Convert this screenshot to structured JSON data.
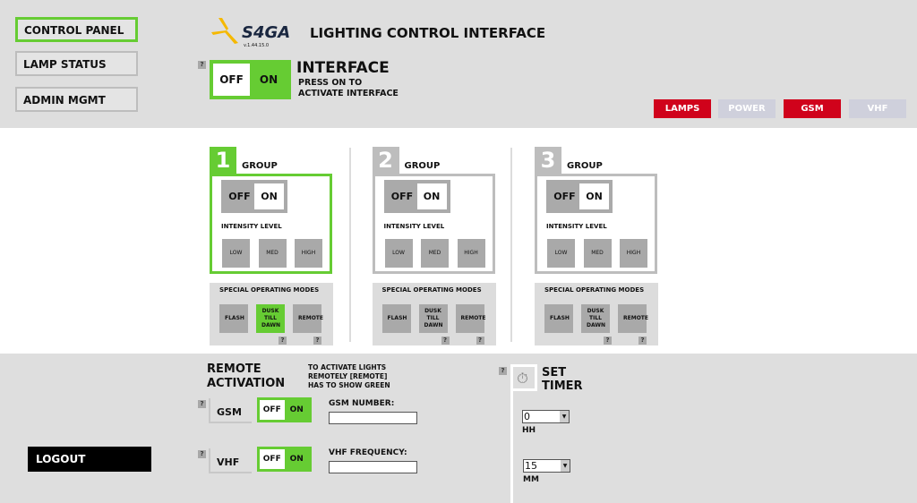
{
  "nav": {
    "items": [
      {
        "label": "CONTROL PANEL",
        "active": true
      },
      {
        "label": "LAMP STATUS"
      },
      {
        "label": "ADMIN MGMT"
      }
    ],
    "logout": "LOGOUT"
  },
  "header": {
    "logo": "S4GA",
    "version": "v.1.44.15.0",
    "title": "LIGHTING CONTROL INTERFACE"
  },
  "interface": {
    "off": "OFF",
    "on": "ON",
    "state": "on",
    "title": "INTERFACE",
    "hint1": "PRESS ON TO",
    "hint2": "ACTIVATE INTERFACE",
    "help": "?"
  },
  "status": [
    {
      "label": "LAMPS",
      "color": "#d0021b",
      "active": true
    },
    {
      "label": "POWER",
      "color": "#cfd0dc",
      "active": false
    },
    {
      "label": "GSM",
      "color": "#d0021b",
      "active": true
    },
    {
      "label": "VHF",
      "color": "#cfd0dc",
      "active": false
    }
  ],
  "groups": [
    {
      "number": "1",
      "label": "GROUP",
      "selected": true,
      "off": "OFF",
      "on": "ON",
      "intensity_label": "INTENSITY LEVEL",
      "levels": [
        "LOW",
        "MED",
        "HIGH"
      ],
      "modes_label": "SPECIAL OPERATING MODES",
      "modes": [
        "FLASH",
        "DUSK TILL DAWN",
        "REMOTE"
      ],
      "active_mode": "DUSK TILL DAWN"
    },
    {
      "number": "2",
      "label": "GROUP",
      "selected": false,
      "off": "OFF",
      "on": "ON",
      "intensity_label": "INTENSITY LEVEL",
      "levels": [
        "LOW",
        "MED",
        "HIGH"
      ],
      "modes_label": "SPECIAL OPERATING MODES",
      "modes": [
        "FLASH",
        "DUSK TILL DAWN",
        "REMOTE"
      ]
    },
    {
      "number": "3",
      "label": "GROUP",
      "selected": false,
      "off": "OFF",
      "on": "ON",
      "intensity_label": "INTENSITY LEVEL",
      "levels": [
        "LOW",
        "MED",
        "HIGH"
      ],
      "modes_label": "SPECIAL OPERATING MODES",
      "modes": [
        "FLASH",
        "DUSK TILL DAWN",
        "REMOTE"
      ]
    }
  ],
  "colors": {
    "accent": "#66cc33",
    "group_inactive": "#bdbdbd"
  },
  "remote": {
    "title1": "REMOTE",
    "title2": "ACTIVATION",
    "note1": "TO ACTIVATE LIGHTS",
    "note2": "REMOTELY [REMOTE]",
    "note3": "HAS TO SHOW GREEN",
    "gsm": {
      "label": "GSM",
      "off": "OFF",
      "on": "ON",
      "field_label": "GSM NUMBER:",
      "value": ""
    },
    "vhf": {
      "label": "VHF",
      "off": "OFF",
      "on": "ON",
      "field_label": "VHF FREQUENCY:",
      "value": ""
    }
  },
  "timer": {
    "title1": "SET",
    "title2": "TIMER",
    "icon": "stopwatch-icon",
    "hh": "0",
    "hh_label": "HH",
    "mm": "15",
    "mm_label": "MM"
  }
}
